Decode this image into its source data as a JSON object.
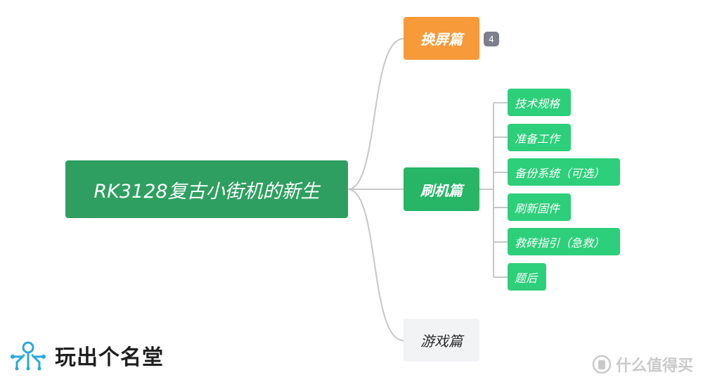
{
  "mindmap": {
    "root": "RK3128复古小街机的新生",
    "branches": [
      {
        "label": "换屏篇",
        "badge": "4"
      },
      {
        "label": "刷机篇",
        "children": [
          "技术规格",
          "准备工作",
          "备份系统（可选）",
          "刷新固件",
          "救砖指引（急救）",
          "题后"
        ]
      },
      {
        "label": "游戏篇"
      }
    ]
  },
  "branding": {
    "logo_text": "玩出个名堂",
    "watermark_text": "什么值得买"
  },
  "colors": {
    "root": "#2e9f60",
    "branch_orange": "#f79a3a",
    "branch_green": "#27b566",
    "branch_light": "#f2f3f5",
    "leaf": "#2dcf7a",
    "connector": "#c7c7c7",
    "logo_accent": "#2ba7d9"
  },
  "icons": {
    "logo": "circuit-person-icon",
    "watermark": "value-badge-icon"
  }
}
